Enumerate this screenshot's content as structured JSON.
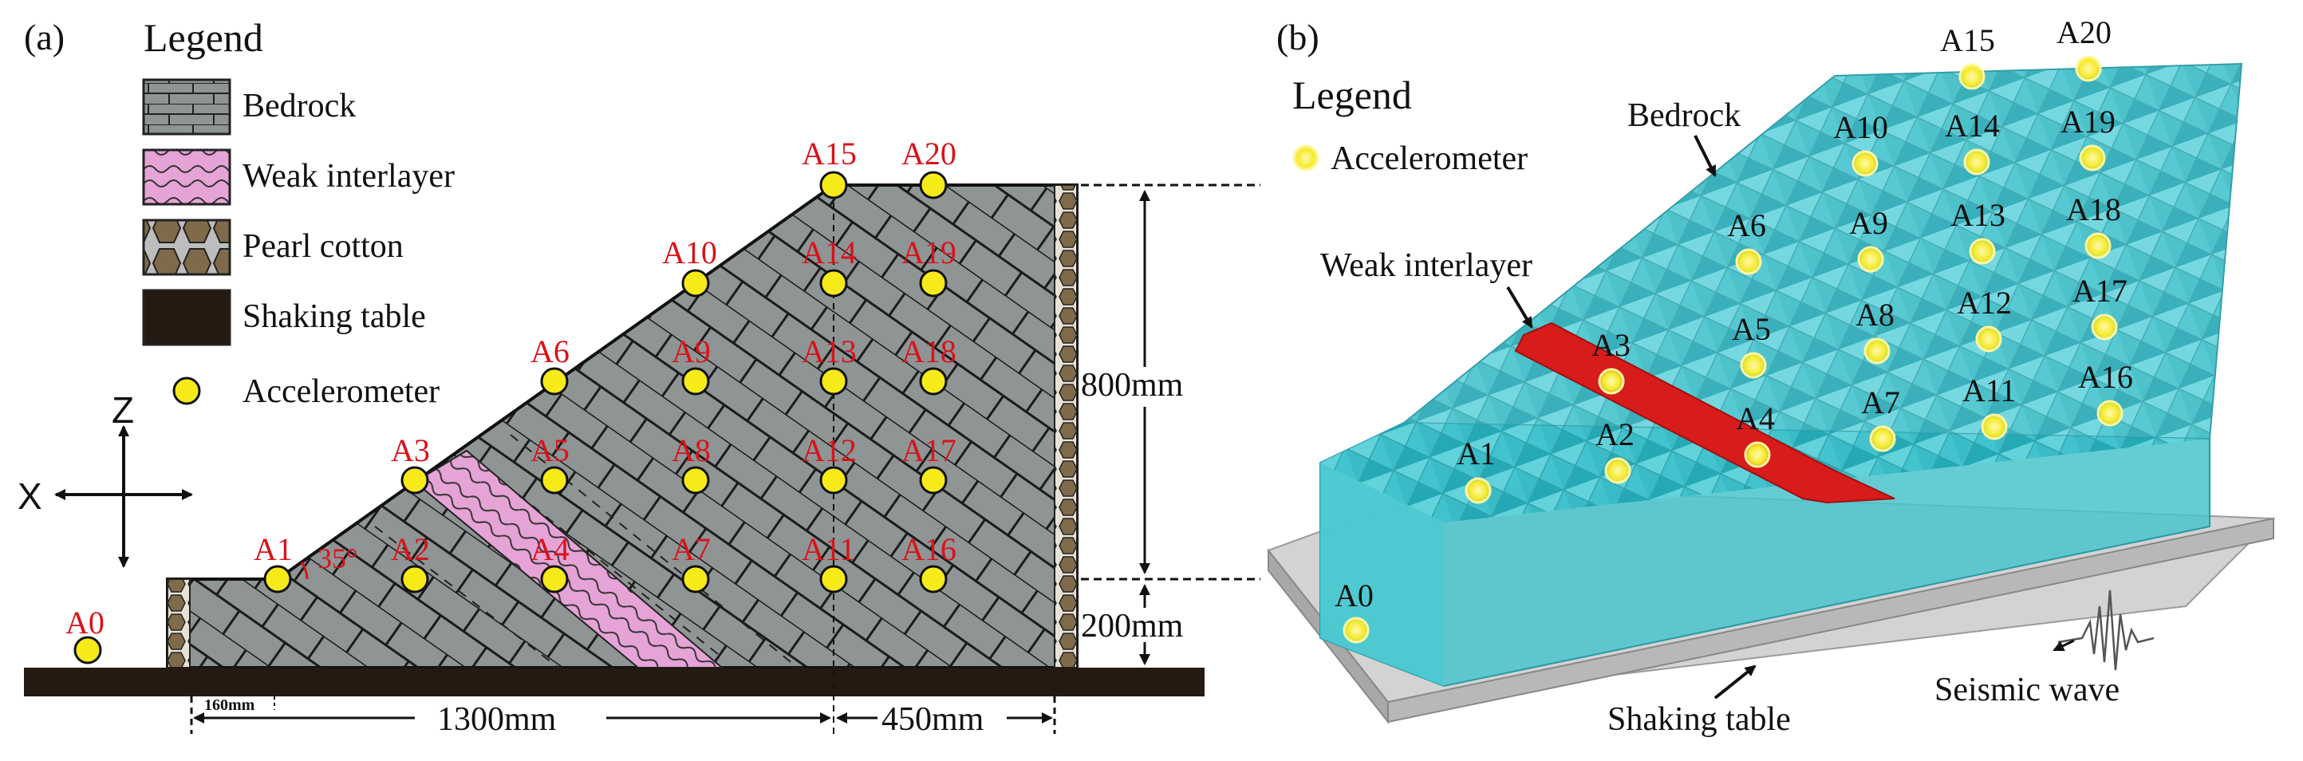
{
  "panel_a": {
    "label": "(a)",
    "legend": {
      "title": "Legend",
      "items": [
        {
          "label": "Bedrock"
        },
        {
          "label": "Weak interlayer"
        },
        {
          "label": "Pearl cotton"
        },
        {
          "label": "Shaking table"
        },
        {
          "label": "Accelerometer"
        }
      ]
    },
    "axes": {
      "z": "Z",
      "x": "X"
    },
    "accelerometers": [
      "A0",
      "A1",
      "A2",
      "A3",
      "A4",
      "A5",
      "A6",
      "A7",
      "A8",
      "A9",
      "A10",
      "A11",
      "A12",
      "A13",
      "A14",
      "A15",
      "A16",
      "A17",
      "A18",
      "A19",
      "A20"
    ],
    "angle": "35°",
    "dimensions": {
      "height_upper": "800mm",
      "height_lower": "200mm",
      "width_left": "1300mm",
      "width_right": "450mm",
      "offset": "160mm"
    },
    "colors": {
      "bedrock": "#8f9494",
      "weak": "#e6a3d6",
      "pearl": "#7f6a4a",
      "table": "#241a12",
      "label_red": "#d8131b",
      "sensor": "#f7ea19"
    }
  },
  "panel_b": {
    "label": "(b)",
    "legend": {
      "title": "Legend",
      "items": [
        {
          "label": "Accelerometer"
        }
      ]
    },
    "annotations": {
      "bedrock": "Bedrock",
      "weak": "Weak interlayer",
      "table": "Shaking table",
      "wave": "Seismic wave"
    },
    "accelerometers": [
      "A0",
      "A1",
      "A2",
      "A3",
      "A4",
      "A5",
      "A6",
      "A7",
      "A8",
      "A9",
      "A10",
      "A11",
      "A12",
      "A13",
      "A14",
      "A15",
      "A16",
      "A17",
      "A18",
      "A19",
      "A20"
    ],
    "colors": {
      "model": "#2bb8c4",
      "weak": "#d81b1b",
      "table": "#c8c8c8"
    }
  }
}
